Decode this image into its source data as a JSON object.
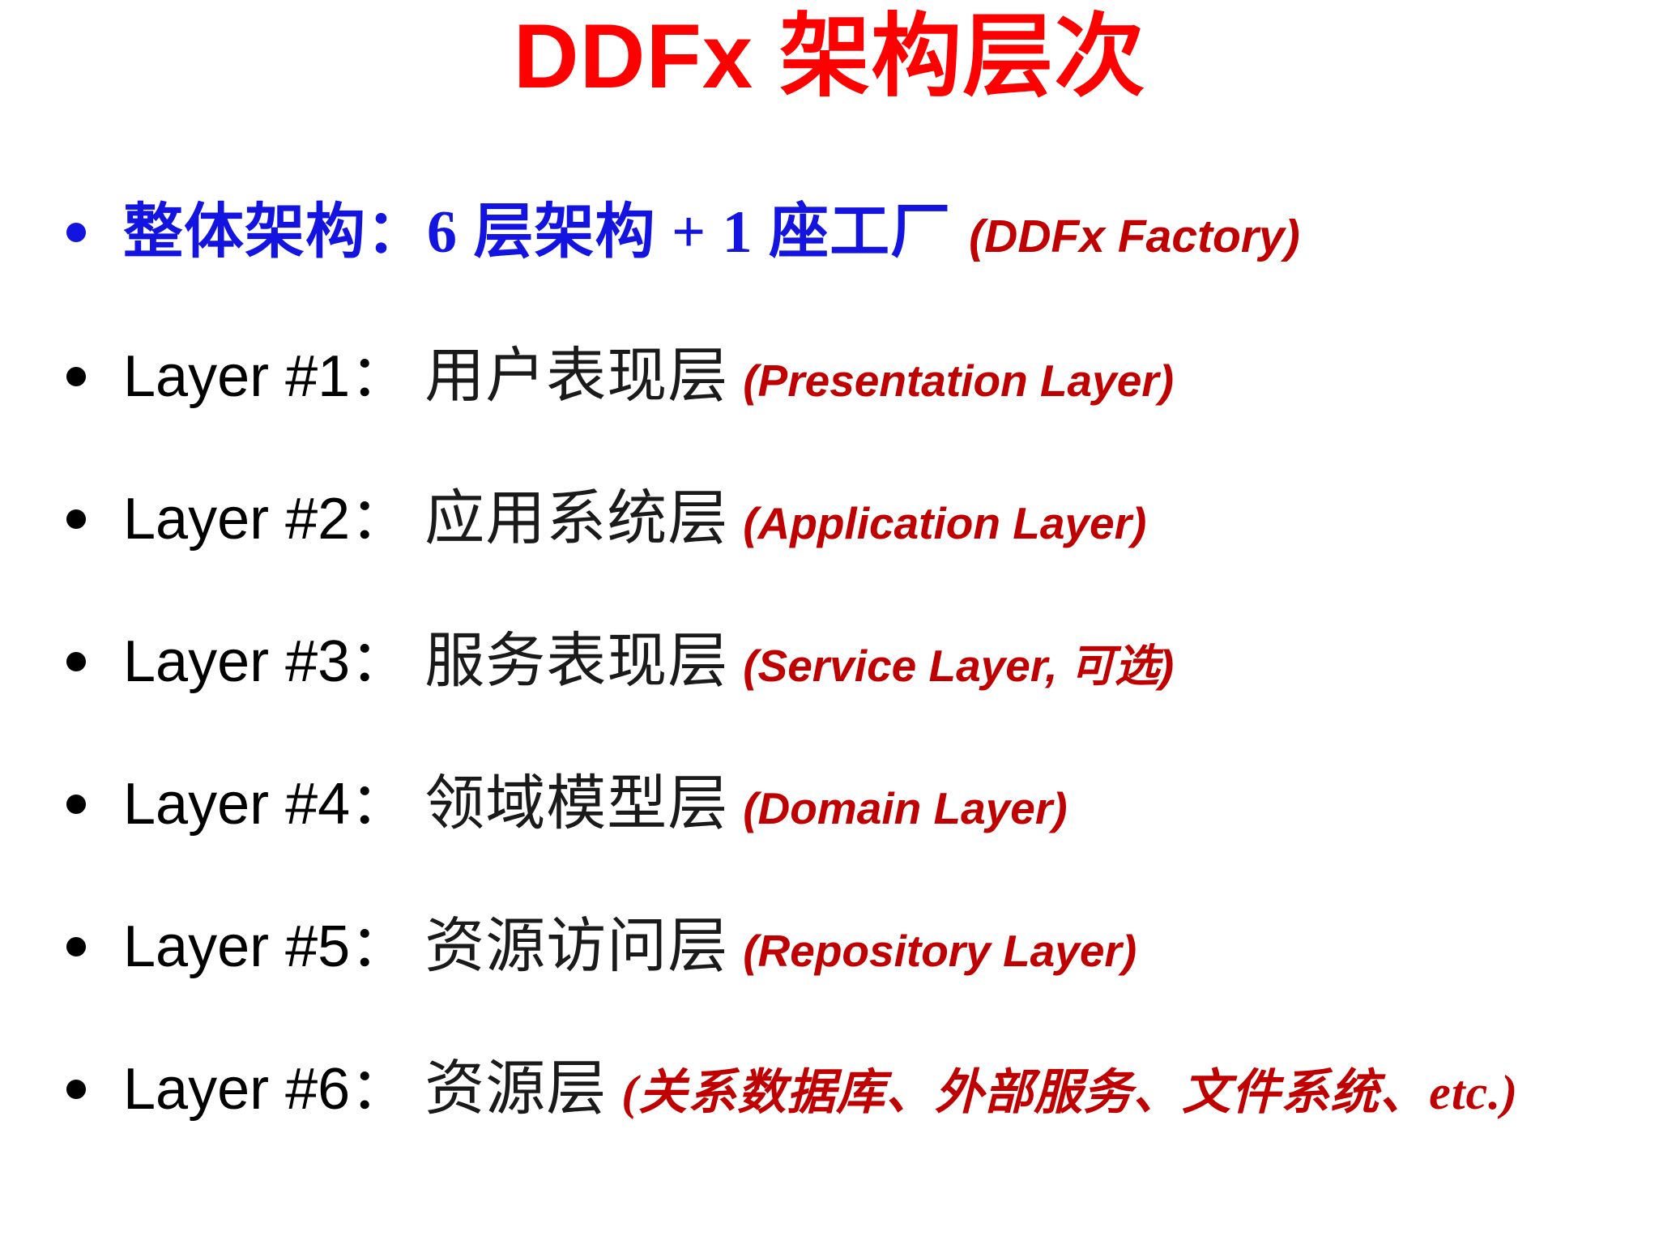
{
  "slide": {
    "title": "DDFx 架构层次",
    "title_color": "#FF0000",
    "background_color": "#FFFFFF",
    "bullet_marker": "•",
    "accent_blue": "#1414E0",
    "accent_red": "#C00000",
    "bullets": [
      {
        "marker": "•",
        "style": "emphasis",
        "zh_main": "整体架构：6 层架构 + 1 座工厂",
        "en_note": "(DDFx Factory)"
      },
      {
        "marker": "•",
        "style": "layer",
        "layer_label": "Layer #1：",
        "zh_name": "用户表现层",
        "en_note": "(Presentation Layer)"
      },
      {
        "marker": "•",
        "style": "layer",
        "layer_label": "Layer #2：",
        "zh_name": "应用系统层",
        "en_note": "(Application Layer)"
      },
      {
        "marker": "•",
        "style": "layer",
        "layer_label": "Layer #3：",
        "zh_name": "服务表现层",
        "en_note": "(Service Layer, 可选)"
      },
      {
        "marker": "•",
        "style": "layer",
        "layer_label": "Layer #4：",
        "zh_name": "领域模型层",
        "en_note": "(Domain Layer)"
      },
      {
        "marker": "•",
        "style": "layer",
        "layer_label": "Layer #5：",
        "zh_name": "资源访问层",
        "en_note": "(Repository Layer)"
      },
      {
        "marker": "•",
        "style": "layer",
        "layer_label": "Layer #6：",
        "zh_name": "资源层",
        "en_note": "(关系数据库、外部服务、文件系统、etc.)"
      }
    ]
  }
}
